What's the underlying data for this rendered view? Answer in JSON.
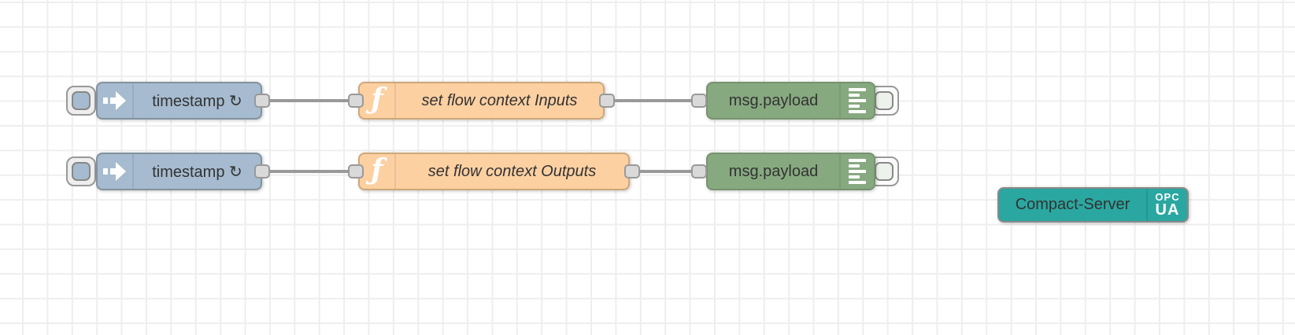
{
  "colors": {
    "inject_node": "#a6bbcf",
    "function_node": "#fdd0a2",
    "debug_node": "#87a980",
    "server_node": "#2aa7a0",
    "wire": "#999999",
    "port_fill": "#d9d9d9",
    "port_border": "#999999",
    "grid_line": "#eeeeee",
    "canvas_background": "#ffffff",
    "label_text": "#333333"
  },
  "icons": {
    "function_glyph": "ƒ"
  },
  "rows": [
    {
      "inject": {
        "label": "timestamp ↻"
      },
      "function": {
        "label": "set flow context Inputs"
      },
      "debug": {
        "label": "msg.payload"
      }
    },
    {
      "inject": {
        "label": "timestamp ↻"
      },
      "function": {
        "label": "set flow context Outputs"
      },
      "debug": {
        "label": "msg.payload"
      }
    }
  ],
  "server": {
    "label": "Compact-Server",
    "badge_top": "OPC",
    "badge_bottom": "UA"
  }
}
